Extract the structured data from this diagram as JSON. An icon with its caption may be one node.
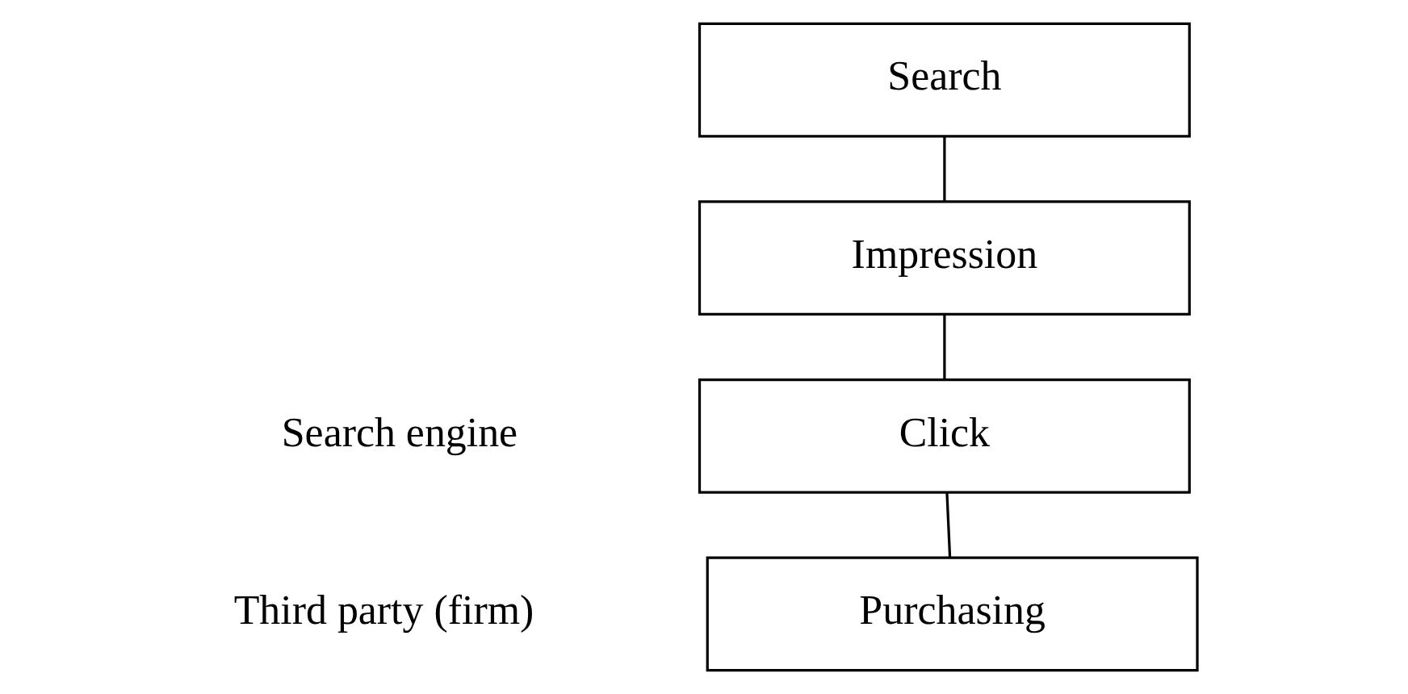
{
  "diagram": {
    "nodes": [
      {
        "text": [
          "Search"
        ]
      },
      {
        "text": [
          "Impression"
        ]
      },
      {
        "text": [
          "Click"
        ]
      },
      {
        "text": [
          "Purchasing"
        ]
      }
    ],
    "edges": [
      {
        "from": 0,
        "to": 1,
        "arrow": "none"
      },
      {
        "from": 1,
        "to": 2,
        "arrow": "none"
      },
      {
        "from": 2,
        "to": 3,
        "arrow": "none"
      }
    ],
    "labels": [
      "Search engine",
      "Third party (firm)"
    ]
  }
}
